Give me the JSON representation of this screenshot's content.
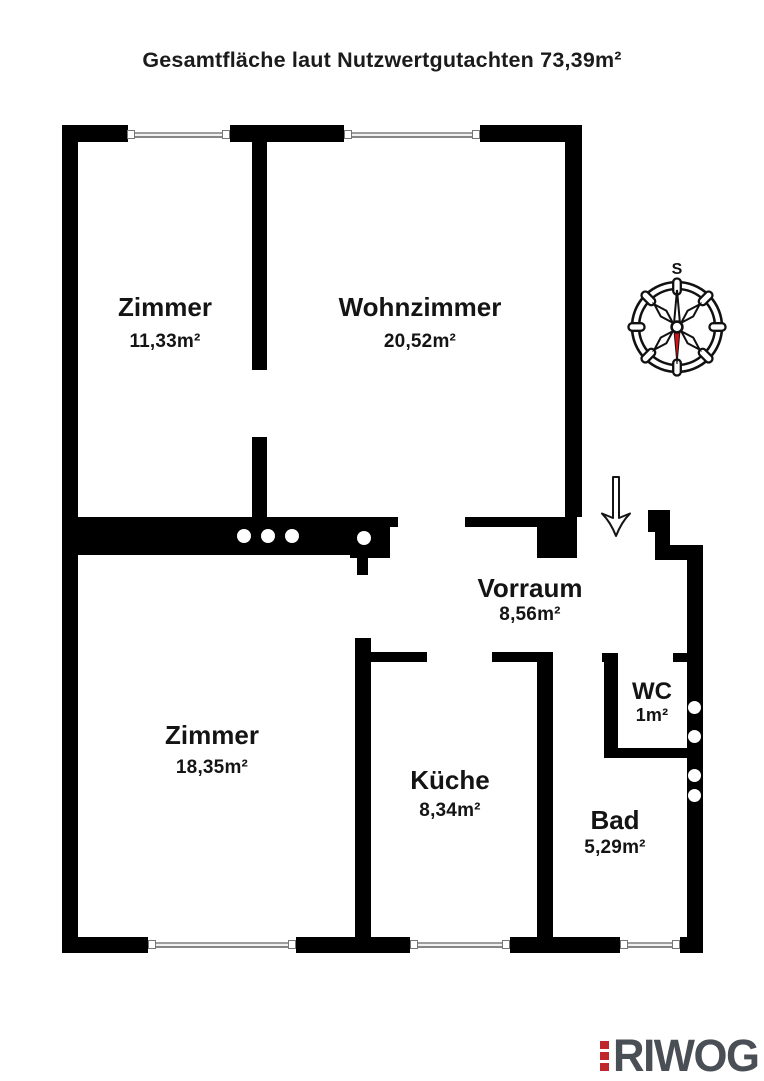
{
  "title": "Gesamtfläche laut Nutzwertgutachten 73,39m²",
  "rooms": [
    {
      "name": "Zimmer",
      "area": "11,33m²"
    },
    {
      "name": "Wohnzimmer",
      "area": "20,52m²"
    },
    {
      "name": "Zimmer",
      "area": "18,35m²"
    },
    {
      "name": "Küche",
      "area": "8,34m²"
    },
    {
      "name": "Vorraum",
      "area": "8,56m²"
    },
    {
      "name": "WC",
      "area": "1m²"
    },
    {
      "name": "Bad",
      "area": "5,29m²"
    }
  ],
  "compass": {
    "south_label": "S"
  },
  "logo": {
    "text": "RIWOG",
    "accent_color": "#c0272d",
    "text_color": "#4a4f55"
  },
  "colors": {
    "wall": "#000000",
    "background": "#ffffff",
    "compass_needle": "#d01317"
  }
}
